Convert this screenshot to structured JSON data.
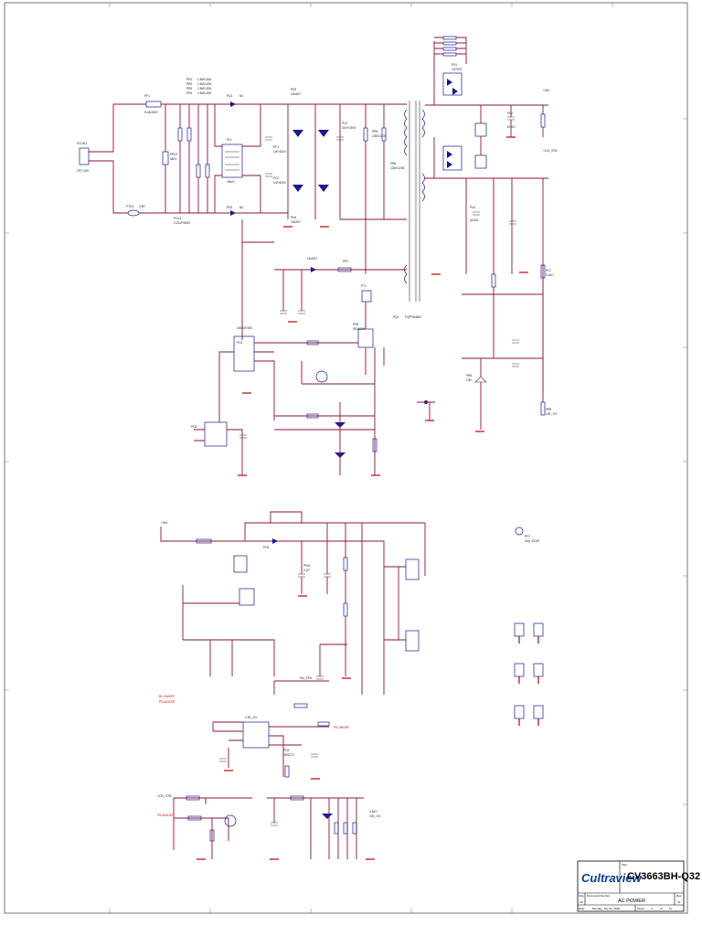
{
  "schematic": {
    "components": [
      {
        "ref": "PCON1",
        "value": "2P/7.92H"
      },
      {
        "ref": "PF1",
        "value": "5.0A/250V"
      },
      {
        "ref": "PTH1",
        "value": "2.5R"
      },
      {
        "ref": "PRV1",
        "value": "560V"
      },
      {
        "ref": "PR1",
        "value": "1.5M/1206"
      },
      {
        "ref": "PR2",
        "value": "1.5M/1206"
      },
      {
        "ref": "PR3",
        "value": "1.5M/1206"
      },
      {
        "ref": "PR4",
        "value": "1.5M/1206"
      },
      {
        "ref": "PCX1",
        "value": "0.22uF/300V"
      },
      {
        "ref": "PL1",
        "value": "18mH"
      },
      {
        "ref": "PD1",
        "value": "NC"
      },
      {
        "ref": "PD2",
        "value": "NC"
      },
      {
        "ref": "PC1",
        "value": "1nF/400V"
      },
      {
        "ref": "PC2",
        "value": "1nF/400V"
      },
      {
        "ref": "PD3",
        "value": "1N4007"
      },
      {
        "ref": "PD4",
        "value": "1N4007"
      },
      {
        "ref": "PC3",
        "value": "47uF/450V"
      },
      {
        "ref": "PR5",
        "value": "100K/1206"
      },
      {
        "ref": "PR6",
        "value": "100K/1206"
      },
      {
        "ref": "PR7",
        "value": "47R"
      },
      {
        "ref": "PR8",
        "value": "10R"
      },
      {
        "ref": "PQ1",
        "value": "FQPF6N60C"
      },
      {
        "ref": "PU1",
        "value": "LD7575"
      },
      {
        "ref": "PU2",
        "value": "EL817"
      },
      {
        "ref": "PU3",
        "value": "AZ431"
      },
      {
        "ref": "PT1",
        "value": "ERL28"
      },
      {
        "ref": "PD5",
        "value": "SR10200"
      },
      {
        "ref": "PC4",
        "value": "1000uF/25V"
      },
      {
        "ref": "PC5",
        "value": "470uF/16V"
      },
      {
        "ref": "PL2",
        "value": "3.3uH"
      },
      {
        "ref": "PR9",
        "value": "10K_1%"
      },
      {
        "ref": "PR10",
        "value": "2.2K_1%"
      },
      {
        "ref": "PU4",
        "value": "OB2273"
      },
      {
        "ref": "PR11",
        "value": "0.1R"
      },
      {
        "ref": "PC6",
        "value": "100nF"
      },
      {
        "ref": "PD6",
        "value": "SS34"
      },
      {
        "ref": "PF2",
        "value": "Gnd_SCAP"
      }
    ],
    "net_labels": [
      "+24V",
      "+12V_STB",
      "+5V_STB",
      "+12V",
      "PS-ON/OFF",
      "BL-ON/OFF",
      "PS-ADJUST"
    ],
    "title_block": {
      "logo": "Cultraview",
      "title_label": "Title",
      "title": "CV3663BH-Q32",
      "subtitle": "AC POWER",
      "size_label": "Size",
      "size": "A3",
      "doc_label": "Document Number",
      "rev_label": "Rev",
      "rev": "V1",
      "date_label": "Date:",
      "date": "Monday, July 02, 2018",
      "sheet_label": "Sheet",
      "sheet": "3",
      "of_label": "of",
      "sheets": "10"
    }
  }
}
